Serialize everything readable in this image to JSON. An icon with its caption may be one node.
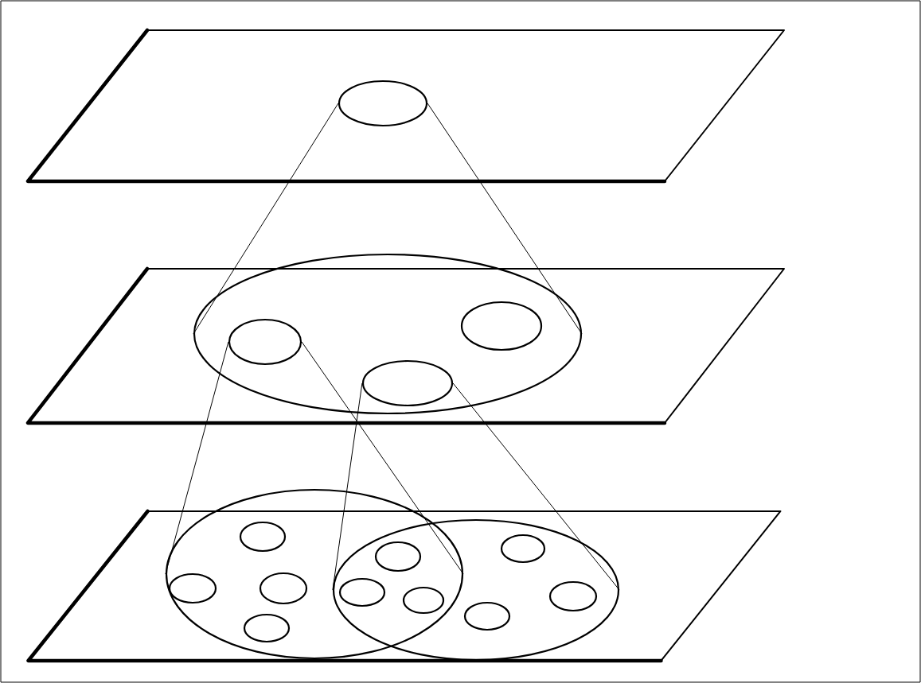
{
  "diagram": {
    "nodes": [
      {
        "text": [],
        "shape": "parallelogram"
      },
      {
        "text": [],
        "shape": "ellipse",
        "in": 0
      },
      {
        "text": [],
        "shape": "parallelogram"
      },
      {
        "text": [],
        "shape": "ellipse",
        "in": 2
      },
      {
        "text": [],
        "shape": "ellipse",
        "in": 3
      },
      {
        "text": [],
        "shape": "ellipse",
        "in": 3
      },
      {
        "text": [],
        "shape": "ellipse",
        "in": 3
      },
      {
        "text": [],
        "shape": "parallelogram"
      },
      {
        "text": [],
        "shape": "ellipse",
        "in": 7
      },
      {
        "text": [],
        "shape": "ellipse",
        "in": 7
      },
      {
        "text": [],
        "shape": "ellipse",
        "in": 8
      },
      {
        "text": [],
        "shape": "ellipse",
        "in": 8
      },
      {
        "text": [],
        "shape": "ellipse",
        "in": 8
      },
      {
        "text": [],
        "shape": "ellipse",
        "in": 8
      },
      {
        "text": [],
        "shape": "ellipse"
      },
      {
        "text": [],
        "shape": "ellipse"
      },
      {
        "text": [],
        "shape": "ellipse"
      },
      {
        "text": [],
        "shape": "ellipse",
        "in": 9
      },
      {
        "text": [],
        "shape": "ellipse",
        "in": 9
      },
      {
        "text": [],
        "shape": "ellipse",
        "in": 9
      }
    ],
    "edges": [
      {
        "from": 1,
        "to": 3,
        "arrow": "none"
      },
      {
        "from": 1,
        "to": 3,
        "arrow": "none"
      },
      {
        "from": 4,
        "to": 8,
        "arrow": "none"
      },
      {
        "from": 4,
        "to": 8,
        "arrow": "none"
      },
      {
        "from": 6,
        "to": 9,
        "arrow": "none"
      },
      {
        "from": 6,
        "to": 9,
        "arrow": "none"
      }
    ]
  }
}
